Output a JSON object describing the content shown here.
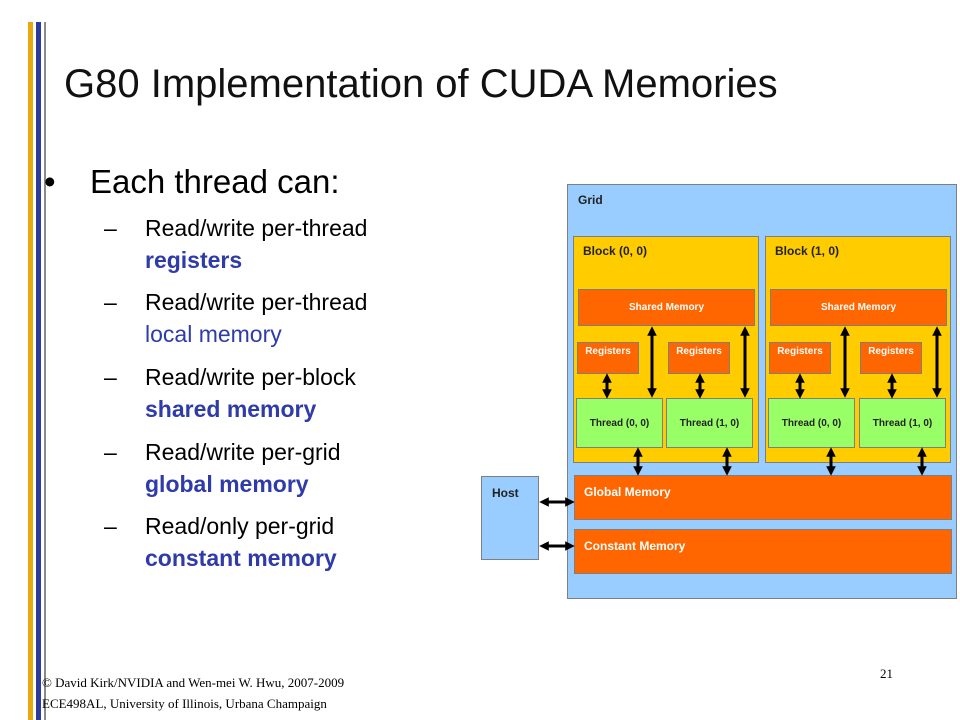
{
  "title": "G80 Implementation of  CUDA Memories",
  "bullet": "Each thread can:",
  "items": [
    {
      "dash": "–",
      "line1": "Read/write per-thread",
      "line2": "registers",
      "style": "bold"
    },
    {
      "dash": "–",
      "line1": "Read/write per-thread",
      "line2": "local memory",
      "style": "normal"
    },
    {
      "dash": "–",
      "line1": "Read/write per-block",
      "line2": "shared memory",
      "style": "bold"
    },
    {
      "dash": "–",
      "line1": "Read/write per-grid",
      "line2": "global memory",
      "style": "bold"
    },
    {
      "dash": "–",
      "line1": "Read/only per-grid",
      "line2": "constant memory",
      "style": "bold"
    }
  ],
  "footer": {
    "line1": "© David Kirk/NVIDIA and Wen-mei W. Hwu, 2007-2009",
    "line2": "ECE498AL, University of Illinois, Urbana Champaign",
    "page": "21"
  },
  "diagram": {
    "grid": "Grid",
    "blocks": [
      {
        "label": "Block (0, 0)",
        "shared": "Shared Memory",
        "registers": [
          "Registers",
          "Registers"
        ],
        "threads": [
          "Thread (0, 0)",
          "Thread (1, 0)"
        ]
      },
      {
        "label": "Block (1, 0)",
        "shared": "Shared Memory",
        "registers": [
          "Registers",
          "Registers"
        ],
        "threads": [
          "Thread (0, 0)",
          "Thread (1, 0)"
        ]
      }
    ],
    "host": "Host",
    "global_memory": "Global Memory",
    "constant_memory": "Constant Memory"
  },
  "colors": {
    "accent_text": "#2e3ba8",
    "grid_fill": "#99ccff",
    "block_fill": "#ffcc00",
    "memory_fill": "#ff6600",
    "thread_fill": "#99ff66"
  }
}
